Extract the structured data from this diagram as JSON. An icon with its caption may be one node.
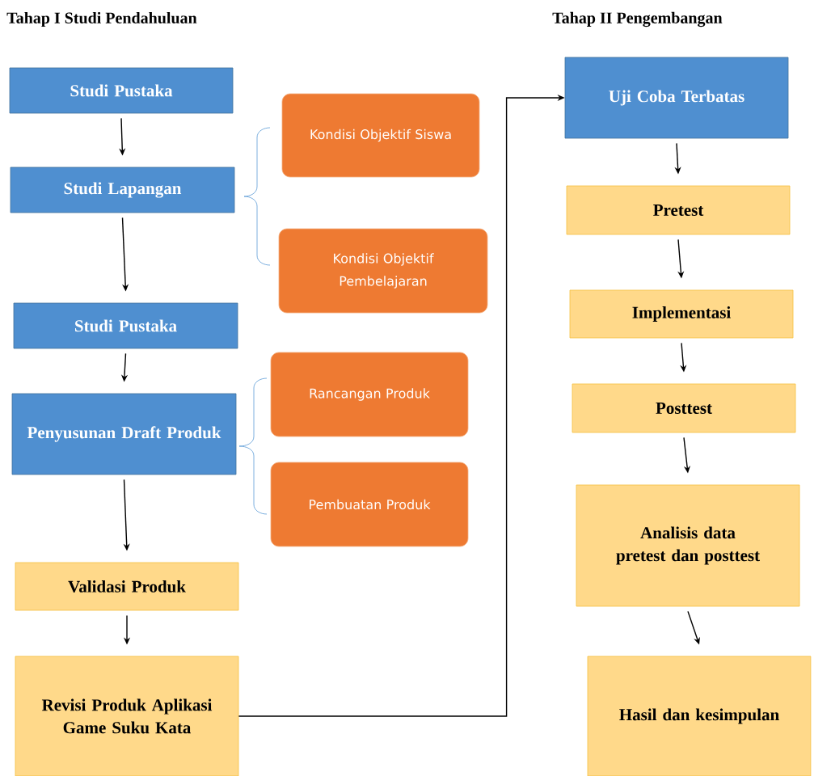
{
  "diagram": {
    "nodes": [
      {
        "text": [
          "Studi Pustaka"
        ]
      },
      {
        "text": [
          "Studi Lapangan"
        ]
      },
      {
        "text": [
          "Kondisi Objektif Siswa"
        ]
      },
      {
        "text": [
          "Kondisi Objektif Pembelajaran"
        ]
      },
      {
        "text": [
          "Studi Pustaka"
        ]
      },
      {
        "text": [
          "Penyusunan Draft Produk"
        ]
      },
      {
        "text": [
          "Rancangan Produk"
        ]
      },
      {
        "text": [
          "Pembuatan Produk"
        ]
      },
      {
        "text": [
          "Validasi Produk"
        ]
      },
      {
        "text": [
          "Revisi Produk Aplikasi Game Suku Kata"
        ]
      },
      {
        "text": [
          "Uji Coba Terbatas"
        ]
      },
      {
        "text": [
          "Pretest"
        ]
      },
      {
        "text": [
          "Implementasi"
        ]
      },
      {
        "text": [
          "Posttest"
        ]
      },
      {
        "text": [
          "Analisis data pretest dan posttest"
        ]
      },
      {
        "text": [
          "Hasil dan kesimpulan"
        ]
      }
    ],
    "edges": [
      {
        "from": 0,
        "to": 1,
        "arrow": "to"
      },
      {
        "from": 1,
        "to": 4,
        "arrow": "to"
      },
      {
        "from": 4,
        "to": 5,
        "arrow": "to"
      },
      {
        "from": 5,
        "to": 8,
        "arrow": "to"
      },
      {
        "from": 8,
        "to": 9,
        "arrow": "to"
      },
      {
        "from": 9,
        "to": 10,
        "arrow": "to"
      },
      {
        "from": 10,
        "to": 11,
        "arrow": "to"
      },
      {
        "from": 11,
        "to": 12,
        "arrow": "to"
      },
      {
        "from": 12,
        "to": 13,
        "arrow": "to"
      },
      {
        "from": 13,
        "to": 14,
        "arrow": "to"
      },
      {
        "from": 14,
        "to": 15,
        "arrow": "to"
      }
    ],
    "labels": [
      "Tahap I Studi Pendahuluan",
      "Tahap II Pengembangan"
    ]
  }
}
